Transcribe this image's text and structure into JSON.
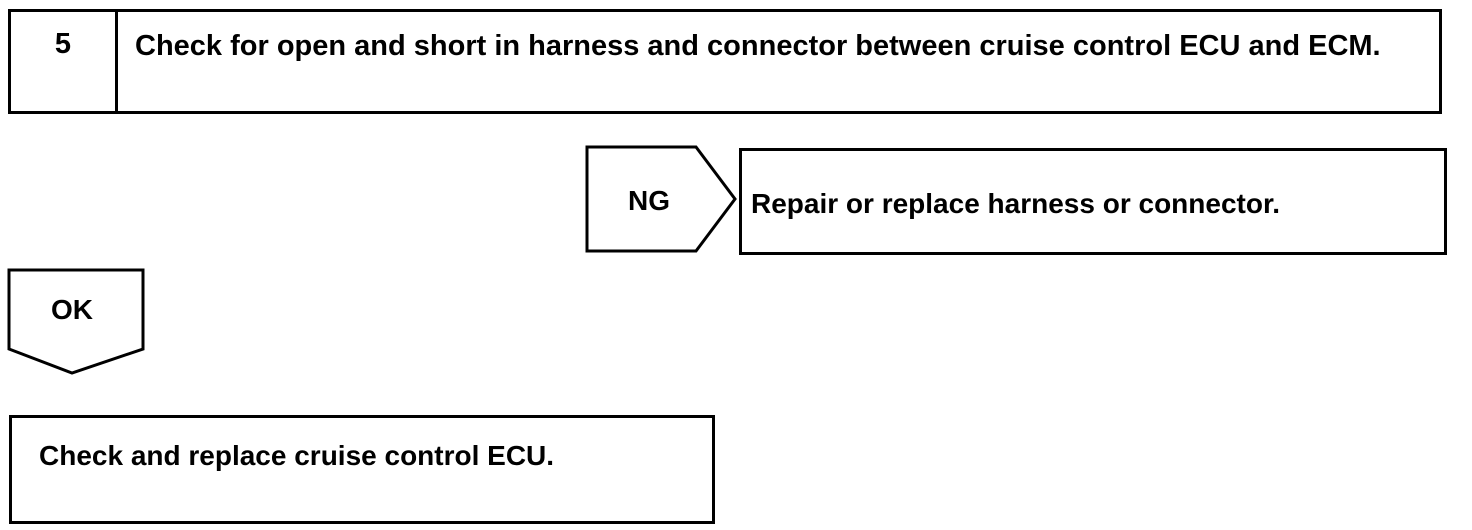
{
  "step": {
    "number": "5",
    "title": "Check for open and short in harness and connector between cruise control ECU and ECM."
  },
  "ng_branch": {
    "label": "NG",
    "result": "Repair or replace harness or connector."
  },
  "ok_branch": {
    "label": "OK"
  },
  "final_action": {
    "text": "Check and replace cruise control ECU."
  },
  "colors": {
    "stroke": "#000000",
    "background": "#ffffff"
  }
}
